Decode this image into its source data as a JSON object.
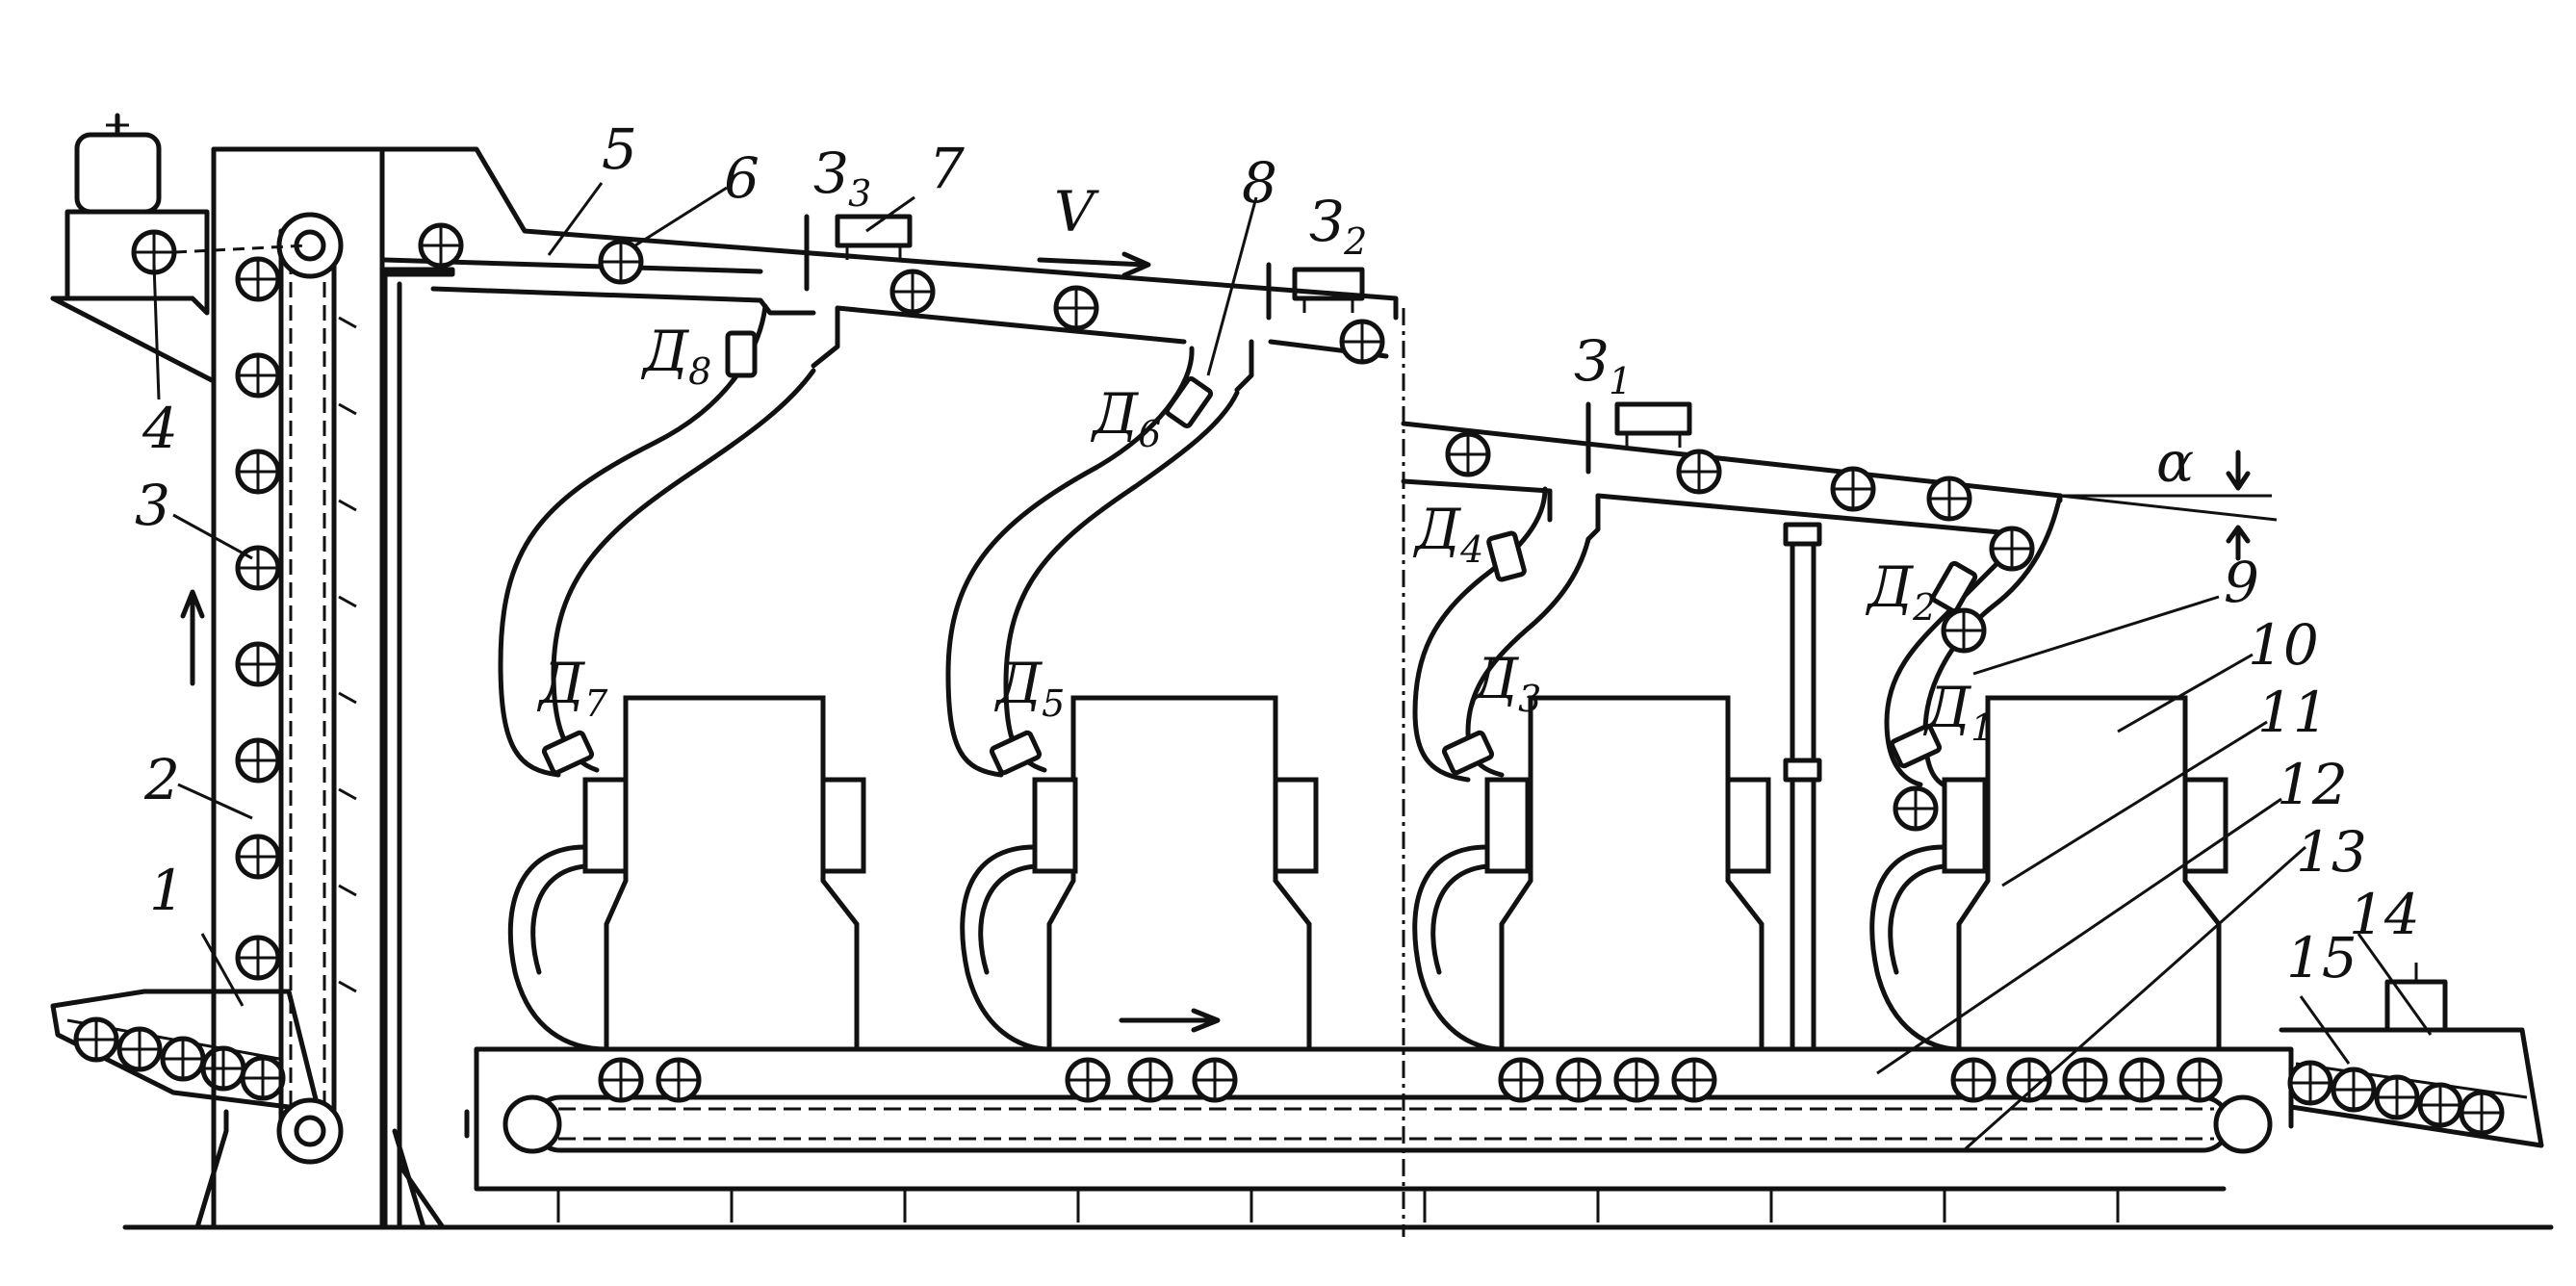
{
  "diagram": {
    "part_numbers": [
      "1",
      "2",
      "3",
      "4",
      "5",
      "6",
      "7",
      "8",
      "9",
      "10",
      "11",
      "12",
      "13",
      "14",
      "15"
    ],
    "gates": {
      "z3": "З",
      "z3_sub": "3",
      "z2": "З",
      "z2_sub": "2",
      "z1": "З",
      "z1_sub": "1"
    },
    "sensors": {
      "d8": "Д",
      "d8_sub": "8",
      "d7": "Д",
      "d7_sub": "7",
      "d6": "Д",
      "d6_sub": "6",
      "d5": "Д",
      "d5_sub": "5",
      "d4": "Д",
      "d4_sub": "4",
      "d3": "Д",
      "d3_sub": "3",
      "d2": "Д",
      "d2_sub": "2",
      "d1": "Д",
      "d1_sub": "1"
    },
    "velocity_label": "V",
    "angle_label": "α"
  }
}
